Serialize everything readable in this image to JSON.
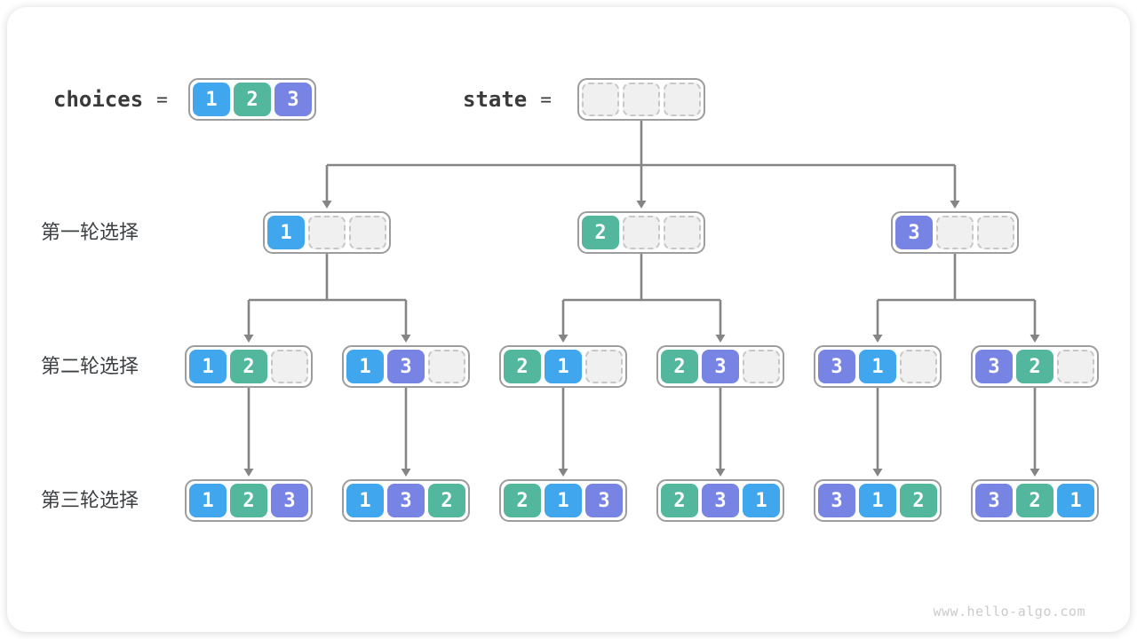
{
  "value_colors": {
    "1": "#40a7ee",
    "2": "#53b79e",
    "3": "#7884e3"
  },
  "arrow_color": "#858585",
  "header": {
    "choices_label": "choices",
    "equals": "=",
    "choices": [
      1,
      2,
      3
    ],
    "state_label": "state",
    "state": [
      null,
      null,
      null
    ]
  },
  "rows": [
    {
      "label": "第一轮选择",
      "nodes": [
        [
          1,
          null,
          null
        ],
        [
          2,
          null,
          null
        ],
        [
          3,
          null,
          null
        ]
      ]
    },
    {
      "label": "第二轮选择",
      "nodes": [
        [
          1,
          2,
          null
        ],
        [
          1,
          3,
          null
        ],
        [
          2,
          1,
          null
        ],
        [
          2,
          3,
          null
        ],
        [
          3,
          1,
          null
        ],
        [
          3,
          2,
          null
        ]
      ]
    },
    {
      "label": "第三轮选择",
      "nodes": [
        [
          1,
          2,
          3
        ],
        [
          1,
          3,
          2
        ],
        [
          2,
          1,
          3
        ],
        [
          2,
          3,
          1
        ],
        [
          3,
          1,
          2
        ],
        [
          3,
          2,
          1
        ]
      ]
    }
  ],
  "watermark": "www.hello-algo.com"
}
